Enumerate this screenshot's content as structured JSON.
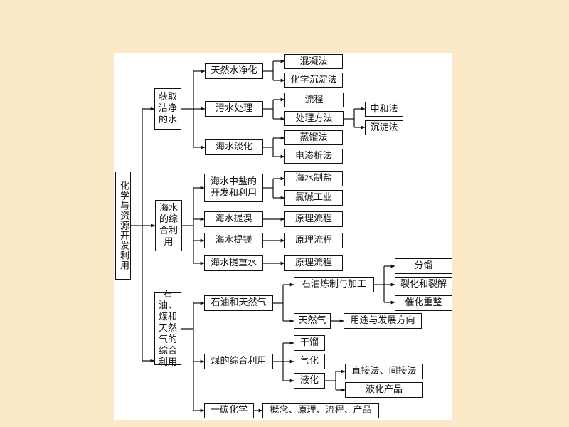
{
  "root": "化学与资源开发利用",
  "branches": {
    "water": {
      "label": "获取洁净的水",
      "tianran": {
        "label": "天然水净化",
        "items": [
          "混凝法",
          "化学沉淀法"
        ]
      },
      "wushui": {
        "label": "污水处理",
        "liucheng": "流程",
        "method": "处理方法",
        "methods": [
          "中和法",
          "沉淀法"
        ]
      },
      "danhua": {
        "label": "海水淡化",
        "items": [
          "蒸馏法",
          "电渗析法"
        ]
      }
    },
    "sea": {
      "label": "海水的综合利用",
      "salt": {
        "label": "海水中盐的开发和利用",
        "items": [
          "海水制盐",
          "氯碱工业"
        ]
      },
      "bromine": {
        "label": "海水提溴",
        "item": "原理流程"
      },
      "magnesium": {
        "label": "海水提镁",
        "item": "原理流程"
      },
      "heavywater": {
        "label": "海水提重水",
        "item": "原理流程"
      }
    },
    "fuel": {
      "label": "石油、煤和天然气的综合利用",
      "petro": {
        "label": "石油和天然气",
        "refine": {
          "label": "石油炼制与加工",
          "items": [
            "分馏",
            "裂化和裂解",
            "催化重整"
          ]
        },
        "gas": {
          "label": "天然气",
          "item": "用途与发展方向"
        }
      },
      "coal": {
        "label": "煤的综合利用",
        "items": [
          "干馏",
          "气化"
        ],
        "liquefy": {
          "label": "液化",
          "items": [
            "直接法、间接法",
            "液化产品"
          ]
        }
      },
      "c1": {
        "label": "一碳化学",
        "item": "概念、原理、流程、产品"
      }
    }
  }
}
